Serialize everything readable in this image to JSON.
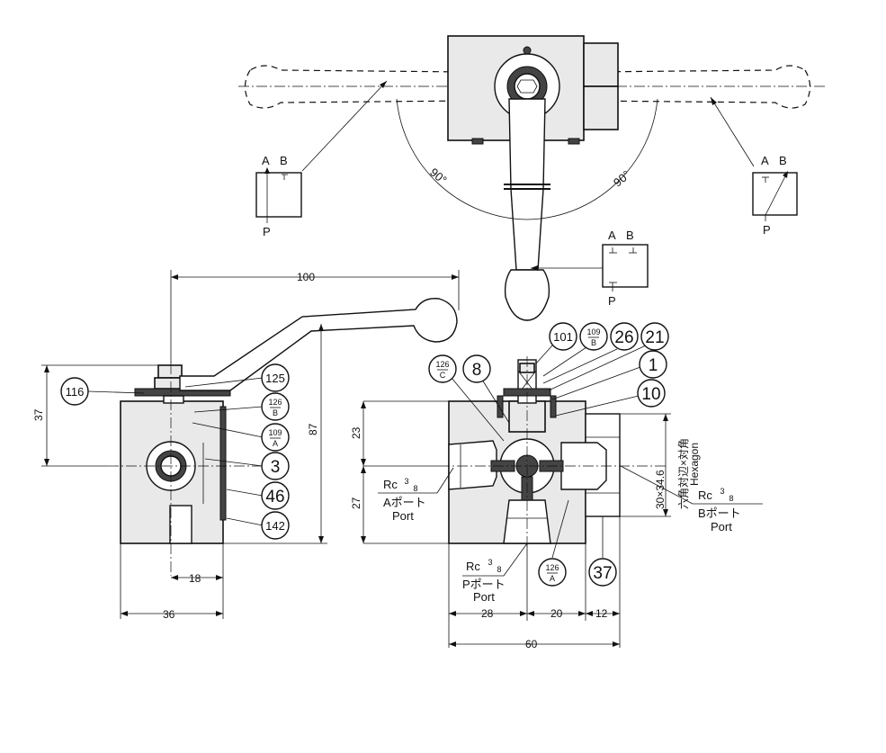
{
  "top_view": {
    "angle_left": "90°",
    "angle_right": "90°",
    "symbol_left": {
      "a": "A",
      "b": "B",
      "p": "P"
    },
    "symbol_right": {
      "a": "A",
      "b": "B",
      "p": "P"
    },
    "symbol_center": {
      "a": "A",
      "b": "B",
      "p": "P"
    }
  },
  "side_view": {
    "dim_width_overall": "100",
    "dim_height_handle": "37",
    "dim_height_overall": "87",
    "dim_port_offset": "18",
    "dim_body_width": "36",
    "callouts": {
      "c116": "116",
      "c125": "125",
      "c126b_num": "126",
      "c126b_letter": "B",
      "c109a_num": "109",
      "c109a_letter": "A",
      "c3": "3",
      "c46": "46",
      "c142": "142"
    }
  },
  "front_view": {
    "dim_upper": "23",
    "dim_lower": "27",
    "dim_28": "28",
    "dim_20": "20",
    "dim_12": "12",
    "dim_60": "60",
    "hex_line1": "六角対辺×対角",
    "hex_line2": "30×34.6",
    "hex_line3": "Hexagon",
    "port_a": {
      "rc": "Rc",
      "size_num": "3",
      "size_den": "8",
      "jp": "Aポート",
      "en": "Port"
    },
    "port_b": {
      "rc": "Rc",
      "size_num": "3",
      "size_den": "8",
      "jp": "Bポート",
      "en": "Port"
    },
    "port_p": {
      "rc": "Rc",
      "size_num": "3",
      "size_den": "8",
      "jp": "Pポート",
      "en": "Port"
    },
    "callouts": {
      "c101": "101",
      "c109b_num": "109",
      "c109b_letter": "B",
      "c26": "26",
      "c21": "21",
      "c126c_num": "126",
      "c126c_letter": "C",
      "c8": "8",
      "c1": "1",
      "c10": "10",
      "c126a_num": "126",
      "c126a_letter": "A",
      "c37": "37"
    }
  }
}
